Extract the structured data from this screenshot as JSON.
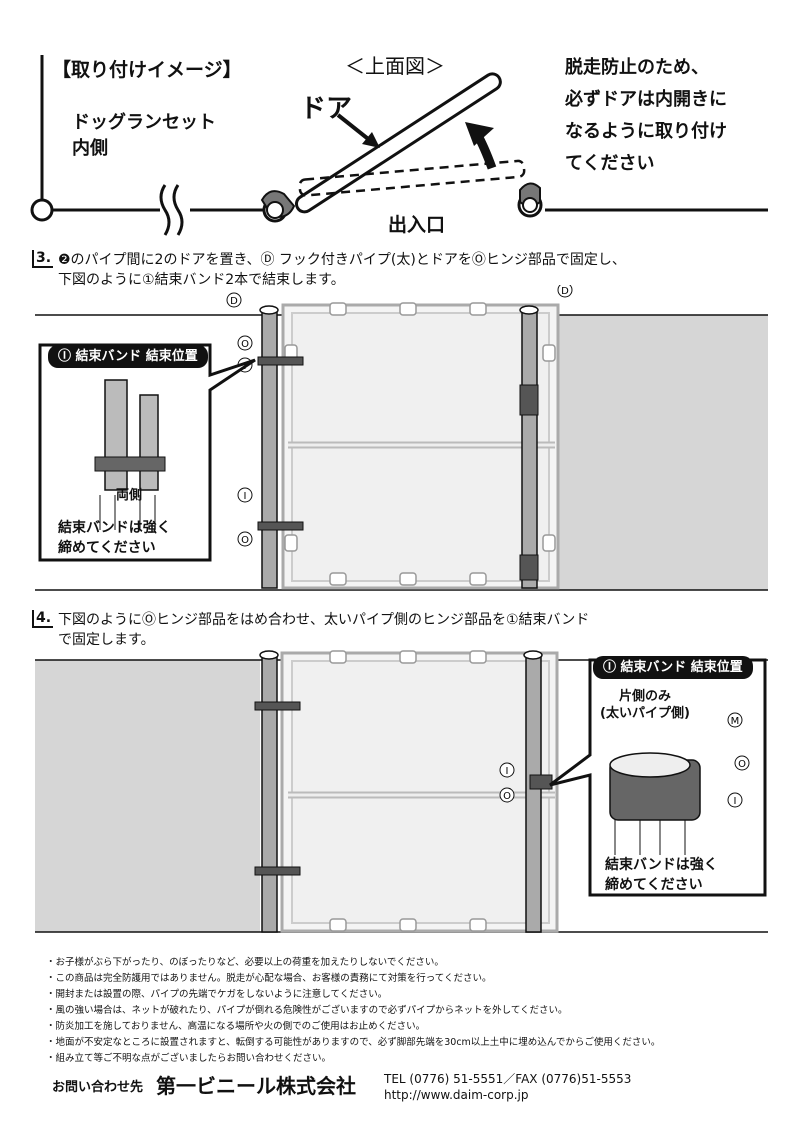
{
  "top": {
    "heading": "【取り付けイメージ】",
    "topview": "＜上面図＞",
    "inside_label_line1": "ドッグランセット",
    "inside_label_line2": "内側",
    "door_label": "ドア",
    "entrance_label": "出入口",
    "notice_lines": [
      "脱走防止のため、",
      "必ずドアは内開きに",
      "なるように取り付け",
      "てください"
    ]
  },
  "step3": {
    "number": "3.",
    "line1": "❷のパイプ間に2のドアを置き、Ⓓ フック付きパイプ(太)とドアをⓄヒンジ部品で固定し、",
    "line2": "下図のように①結束バンド2本で結束します。",
    "part_d": "D",
    "part_o": "O",
    "part_i": "I",
    "callout_title": "Ⓘ 結束バンド  結束位置",
    "both_sides": "両側",
    "tighten_line1": "結束バンドは強く",
    "tighten_line2": "締めてください"
  },
  "step4": {
    "number": "4.",
    "line1": "下図のようにⓄヒンジ部品をはめ合わせ、太いパイプ側のヒンジ部品を①結束バンド",
    "line2": "で固定します。",
    "callout_title": "Ⓘ 結束バンド  結束位置",
    "one_side_line1": "片側のみ",
    "one_side_line2": "(太いパイプ側)",
    "part_m": "M",
    "part_o": "O",
    "part_i": "I",
    "tighten_line1": "結束バンドは強く",
    "tighten_line2": "締めてください"
  },
  "notes": [
    "・お子様がぶら下がったり、のぼったりなど、必要以上の荷重を加えたりしないでください。",
    "・この商品は完全防護用ではありません。脱走が心配な場合、お客様の責務にて対策を行ってください。",
    "・開封または設置の際、パイプの先端でケガをしないように注意してください。",
    "・風の強い場合は、ネットが破れたり、パイプが倒れる危険性がございますので必ずパイプからネットを外してください。",
    "・防炎加工を施しておりません、高温になる場所や火の側でのご使用はお止めください。",
    "・地面が不安定なところに設置されますと、転倒する可能性がありますので、必ず脚部先端を30cm以上土中に埋め込んでからご使用ください。",
    "・組み立て等ご不明な点がございましたらお問い合わせください。"
  ],
  "footer": {
    "contact_label": "お問い合わせ先",
    "company": "第一ビニール株式会社",
    "tel": "TEL (0776) 51-5551／FAX (0776)51-5553",
    "url": "http://www.daim-corp.jp"
  }
}
